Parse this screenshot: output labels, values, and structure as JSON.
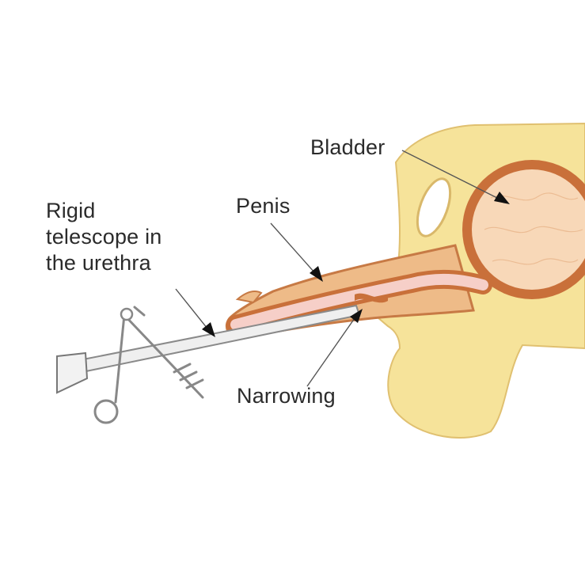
{
  "labels": {
    "bladder": "Bladder",
    "penis": "Penis",
    "telescope": "Rigid\ntelescope in\nthe urethra",
    "narrowing": "Narrowing"
  },
  "colors": {
    "skin": "#f6e39a",
    "skin_outline": "#e0c070",
    "flesh": "#eebb88",
    "urethra_wall": "#c9703a",
    "bladder_lumen": "#f8d8b8",
    "urethra_lumen": "#f6cfc8",
    "instrument": "#efefef",
    "instrument_outline": "#8a8a8a",
    "leader_line": "#555555",
    "arrowhead": "#111111",
    "label_text": "#2b2b2b"
  }
}
